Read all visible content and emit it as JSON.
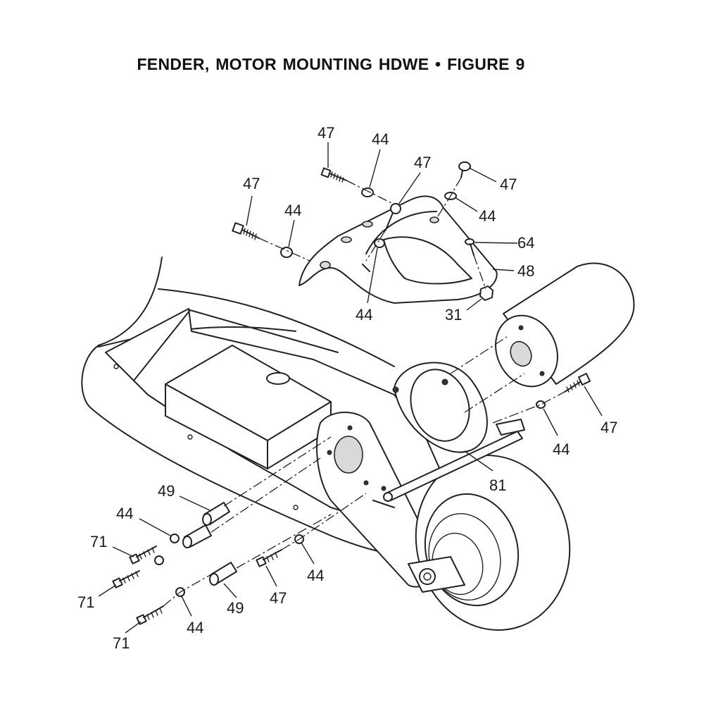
{
  "title": "FENDER, MOTOR MOUNTING HDWE  •  FIGURE 9",
  "callouts": [
    {
      "id": "c1",
      "text": "47"
    },
    {
      "id": "c2",
      "text": "44"
    },
    {
      "id": "c3",
      "text": "47"
    },
    {
      "id": "c4",
      "text": "47"
    },
    {
      "id": "c5",
      "text": "47"
    },
    {
      "id": "c6",
      "text": "44"
    },
    {
      "id": "c7",
      "text": "44"
    },
    {
      "id": "c8",
      "text": "64"
    },
    {
      "id": "c9",
      "text": "48"
    },
    {
      "id": "c10",
      "text": "44"
    },
    {
      "id": "c11",
      "text": "31"
    },
    {
      "id": "c12",
      "text": "47"
    },
    {
      "id": "c13",
      "text": "44"
    },
    {
      "id": "c14",
      "text": "81"
    },
    {
      "id": "c15",
      "text": "49"
    },
    {
      "id": "c16",
      "text": "44"
    },
    {
      "id": "c17",
      "text": "71"
    },
    {
      "id": "c18",
      "text": "71"
    },
    {
      "id": "c19",
      "text": "44"
    },
    {
      "id": "c20",
      "text": "47"
    },
    {
      "id": "c21",
      "text": "49"
    },
    {
      "id": "c22",
      "text": "44"
    },
    {
      "id": "c23",
      "text": "71"
    }
  ]
}
